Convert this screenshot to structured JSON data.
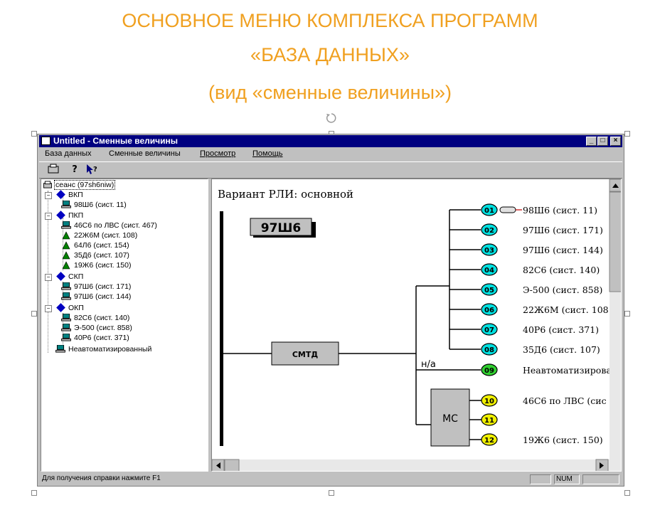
{
  "slide": {
    "title_line1": "ОСНОВНОЕ МЕНЮ КОМПЛЕКСА ПРОГРАММ",
    "title_line2": "«БАЗА ДАННЫХ»",
    "title_line3": "(вид «сменные величины»)",
    "accent_color": "#f0a020"
  },
  "window": {
    "title": "Untitled - Сменные величины",
    "controls": [
      "_",
      "□",
      "×"
    ]
  },
  "menu": {
    "items": [
      "База данных",
      "Сменные величины",
      "Просмотр",
      "Помощь"
    ]
  },
  "toolbar": {
    "icons": [
      "session-icon",
      "help-icon",
      "context-help-icon"
    ]
  },
  "tree": {
    "root": "сеанс (97sh6niw)",
    "groups": [
      {
        "label": "ВКП",
        "items": [
          "98Ш6 (сист. 11)"
        ]
      },
      {
        "label": "ПКП",
        "items": [
          "46С6 по ЛВС (сист. 467)",
          "22Ж6М (сист. 108)",
          "64Л6 (сист. 154)",
          "35Д6 (сист. 107)",
          "19Ж6 (сист. 150)"
        ]
      },
      {
        "label": "СКП",
        "items": [
          "97Ш6 (сист. 171)",
          "97Ш6 (сист. 144)"
        ]
      },
      {
        "label": "ОКП",
        "items": [
          "82С6 (сист. 140)",
          "Э-500 (сист. 858)",
          "40Р6 (сист. 371)"
        ]
      }
    ],
    "extra": "Неавтоматизированный"
  },
  "diagram": {
    "variant": "Вариант РЛИ: основной",
    "tag": "97Ш6",
    "smtd": "СМТД",
    "ms": "МС",
    "na_label": "н/а",
    "nodes": [
      {
        "num": "01",
        "label": "98Ш6 (сист. 11)",
        "color": "#00e0e0"
      },
      {
        "num": "02",
        "label": "97Ш6 (сист. 171)",
        "color": "#00e0e0"
      },
      {
        "num": "03",
        "label": "97Ш6 (сист. 144)",
        "color": "#00e0e0"
      },
      {
        "num": "04",
        "label": "82С6 (сист. 140)",
        "color": "#00e0e0"
      },
      {
        "num": "05",
        "label": "Э-500 (сист. 858)",
        "color": "#00e0e0"
      },
      {
        "num": "06",
        "label": "22Ж6М (сист. 108",
        "color": "#00e0e0"
      },
      {
        "num": "07",
        "label": "40Р6 (сист. 371)",
        "color": "#00e0e0"
      },
      {
        "num": "08",
        "label": "35Д6 (сист. 107)",
        "color": "#00e0e0"
      },
      {
        "num": "09",
        "label": "Неавтоматизирова",
        "color": "#30d030"
      },
      {
        "num": "10",
        "label": "46С6 по ЛВС (сис",
        "color": "#f0f000"
      },
      {
        "num": "11",
        "label": "",
        "color": "#f0f000"
      },
      {
        "num": "12",
        "label": "19Ж6 (сист. 150)",
        "color": "#f0f000"
      }
    ]
  },
  "status": {
    "text": "Для получения справки нажмите F1",
    "num": "NUM"
  }
}
